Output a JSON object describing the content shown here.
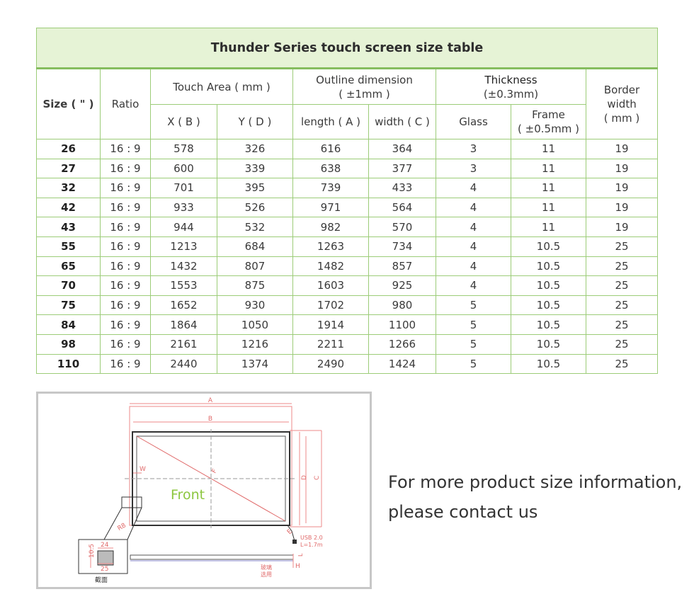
{
  "table": {
    "title": "Thunder Series touch screen size table",
    "headers": {
      "size": "Size ( \" )",
      "ratio": "Ratio",
      "touch_area": "Touch Area ( mm )",
      "outline_line1": "Outline dimension",
      "outline_line2": "( ±1mm )",
      "thickness_line1": "Thickness",
      "thickness_line2": "(±0.3mm)",
      "border_line1": "Border",
      "border_line2": "width",
      "border_line3": "( mm )",
      "x": "X ( B )",
      "y": "Y ( D )",
      "length": "length ( A )",
      "width": "width ( C )",
      "glass": "Glass",
      "frame_line1": "Frame",
      "frame_line2": "( ±0.5mm )"
    },
    "rows": [
      [
        "26",
        "16 : 9",
        "578",
        "326",
        "616",
        "364",
        "3",
        "11",
        "19"
      ],
      [
        "27",
        "16 : 9",
        "600",
        "339",
        "638",
        "377",
        "3",
        "11",
        "19"
      ],
      [
        "32",
        "16 : 9",
        "701",
        "395",
        "739",
        "433",
        "4",
        "11",
        "19"
      ],
      [
        "42",
        "16 : 9",
        "933",
        "526",
        "971",
        "564",
        "4",
        "11",
        "19"
      ],
      [
        "43",
        "16 : 9",
        "944",
        "532",
        "982",
        "570",
        "4",
        "11",
        "19"
      ],
      [
        "55",
        "16 : 9",
        "1213",
        "684",
        "1263",
        "734",
        "4",
        "10.5",
        "25"
      ],
      [
        "65",
        "16 : 9",
        "1432",
        "807",
        "1482",
        "857",
        "4",
        "10.5",
        "25"
      ],
      [
        "70",
        "16 : 9",
        "1553",
        "875",
        "1603",
        "925",
        "4",
        "10.5",
        "25"
      ],
      [
        "75",
        "16 : 9",
        "1652",
        "930",
        "1702",
        "980",
        "5",
        "10.5",
        "25"
      ],
      [
        "84",
        "16 : 9",
        "1864",
        "1050",
        "1914",
        "1100",
        "5",
        "10.5",
        "25"
      ],
      [
        "98",
        "16 : 9",
        "2161",
        "1216",
        "2211",
        "1266",
        "5",
        "10.5",
        "25"
      ],
      [
        "110",
        "16 : 9",
        "2440",
        "1374",
        "2490",
        "1424",
        "5",
        "10.5",
        "25"
      ]
    ]
  },
  "drawing": {
    "front_label": "Front",
    "label_a": "A",
    "label_b": "B",
    "label_c": "C",
    "label_d": "D",
    "label_e": "E",
    "label_f": "F",
    "label_w": "W",
    "label_r8": "R8",
    "label_h": "H",
    "label_l": "L",
    "usb_line1": "USB 2.0",
    "usb_line2": "L=1.7m",
    "dim_24": "24",
    "dim_25": "25",
    "dim_105": "10.5",
    "section_label": "截面",
    "glass_note_line1": "玻璃",
    "glass_note_line2": "选用",
    "colors": {
      "dim_red": "#e06a6a",
      "frame": "#333333",
      "front": "#8cc63f"
    }
  },
  "contact": {
    "line1": "For more product size information,",
    "line2": "please contact us"
  }
}
